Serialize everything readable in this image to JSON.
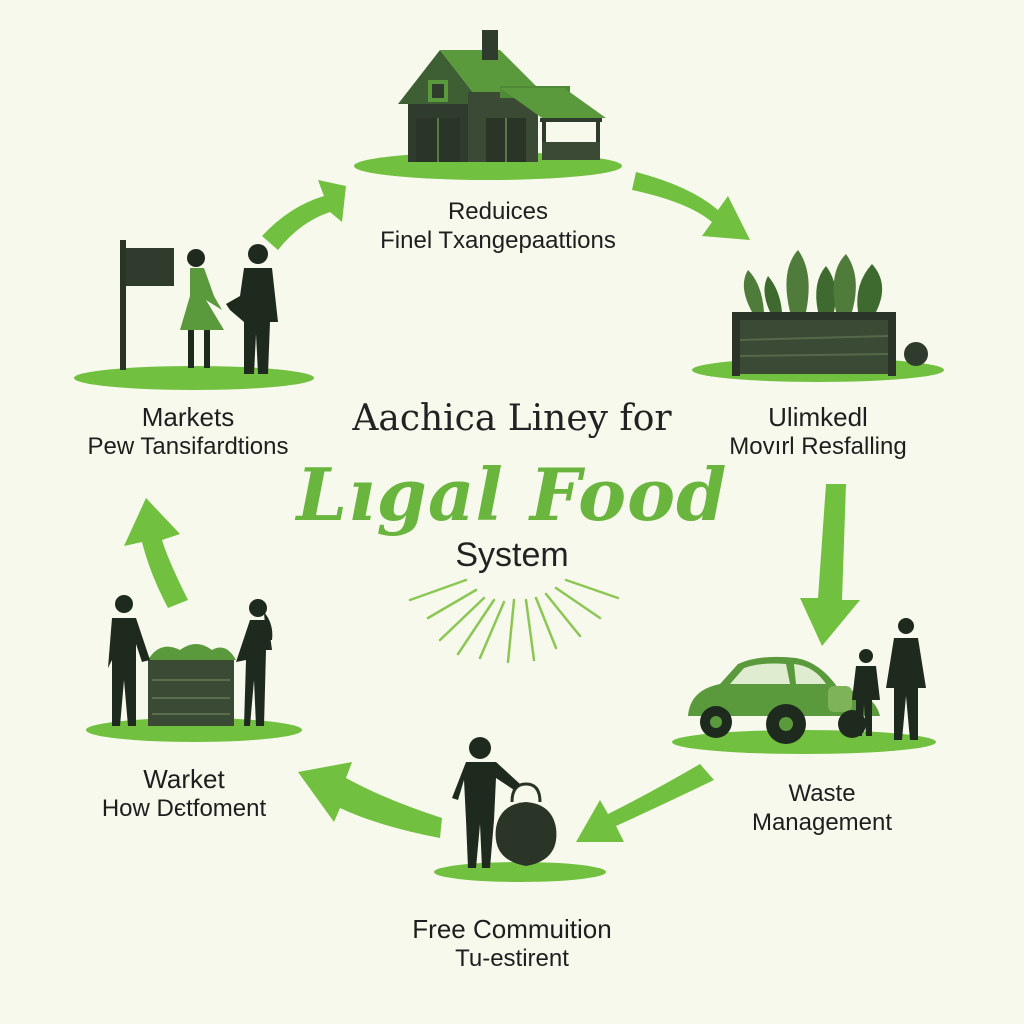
{
  "center": {
    "line1": "Aachica Liney for",
    "line2": "Lıgal Food",
    "line3": "System"
  },
  "stages": [
    {
      "id": "top",
      "line1": "Reduices",
      "line2": "Finel Txangepaattions",
      "icon": "farmhouse-icon"
    },
    {
      "id": "right-top",
      "line1": "Ulimkedl",
      "line2": "Movırl Resfalling",
      "icon": "raised-garden-bed-icon"
    },
    {
      "id": "right-bottom",
      "line1": "Waste",
      "line2": "Management",
      "icon": "vintage-car-icon"
    },
    {
      "id": "bottom",
      "line1": "Free Commuition",
      "line2": "Tu-estirent",
      "icon": "compost-pot-icon"
    },
    {
      "id": "left-bottom",
      "line1": "Warket",
      "line2": "How Dєtfoment",
      "icon": "planter-box-icon"
    },
    {
      "id": "left-top",
      "line1": "Markets",
      "line2": "Pew Tansifardtions",
      "icon": "people-with-flag-icon"
    }
  ],
  "colors": {
    "background": "#f7f9ec",
    "accent_green": "#72c03f",
    "dark_green": "#3a4a34",
    "silhouette": "#1f2a1e"
  }
}
